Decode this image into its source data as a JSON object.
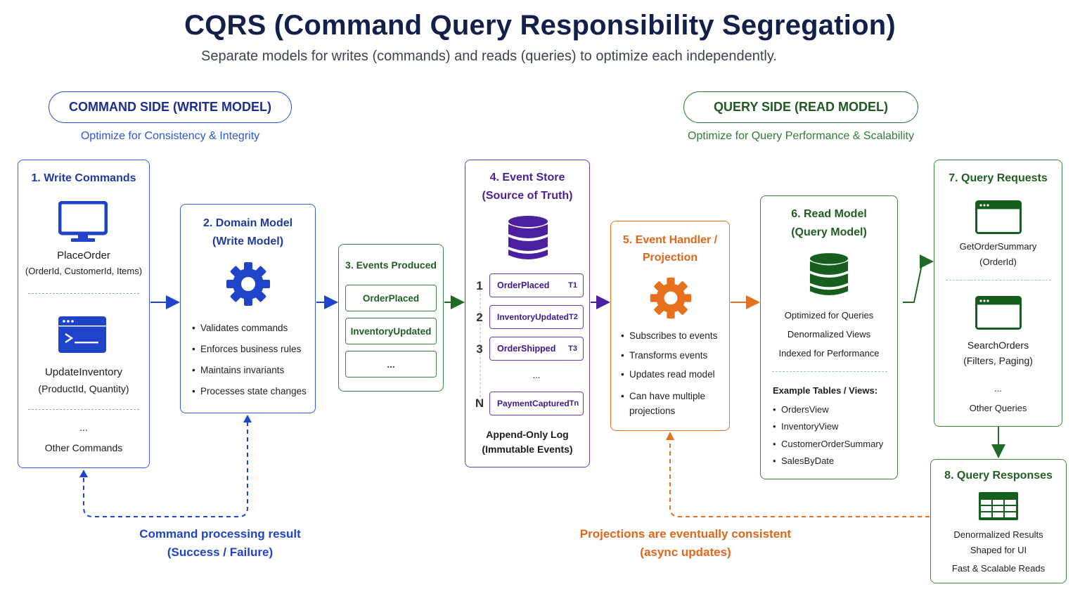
{
  "title": "CQRS (Command Query Responsibility Segregation)",
  "subtitle": "Separate models for writes (commands) and reads (queries) to optimize each independently.",
  "command_side": {
    "label": "COMMAND SIDE (WRITE MODEL)",
    "tagline": "Optimize for Consistency & Integrity",
    "color": "#2d4fd6"
  },
  "query_side": {
    "label": "QUERY SIDE (READ MODEL)",
    "tagline": "Optimize for Query Performance & Scalability",
    "color": "#2a7a34"
  },
  "write_commands": {
    "title": "1. Write Commands",
    "cmd1_name": "PlaceOrder",
    "cmd1_args": "(OrderId, CustomerId, Items)",
    "cmd2_name": "UpdateInventory",
    "cmd2_args": "(ProductId, Quantity)",
    "more": "...",
    "other": "Other Commands",
    "icons": [
      "monitor-icon",
      "terminal-window-icon"
    ]
  },
  "domain_model": {
    "title_line1": "2. Domain Model",
    "title_line2": "(Write Model)",
    "icon": "gear-icon",
    "bullets": [
      "Validates commands",
      "Enforces business rules",
      "Maintains invariants",
      "Processes state changes"
    ]
  },
  "events_produced": {
    "title": "3. Events Produced",
    "items": [
      "OrderPlaced",
      "InventoryUpdated",
      "..."
    ]
  },
  "event_store": {
    "title_line1": "4. Event Store",
    "title_line2": "(Source of Truth)",
    "icon": "database-icon",
    "entries": [
      {
        "num": "1",
        "name": "OrderPlaced",
        "t": "T1"
      },
      {
        "num": "2",
        "name": "InventoryUpdated",
        "t": "T2"
      },
      {
        "num": "3",
        "name": "OrderShipped",
        "t": "T3"
      },
      {
        "num": "N",
        "name": "PaymentCaptured",
        "t": "Tn"
      }
    ],
    "ellipsis": "...",
    "footer_line1": "Append-Only Log",
    "footer_line2": "(Immutable Events)"
  },
  "event_handler": {
    "title_line1": "5. Event Handler /",
    "title_line2": "Projection",
    "icon": "gear-icon",
    "bullets": [
      "Subscribes to events",
      "Transforms events",
      "Updates read model",
      "Can have multiple projections"
    ]
  },
  "read_model": {
    "title_line1": "6. Read Model",
    "title_line2": "(Query Model)",
    "icon": "database-icon",
    "features": [
      "Optimized for Queries",
      "Denormalized Views",
      "Indexed for Performance"
    ],
    "examples_title": "Example Tables / Views:",
    "examples": [
      "OrdersView",
      "InventoryView",
      "CustomerOrderSummary",
      "SalesByDate"
    ]
  },
  "query_requests": {
    "title": "7. Query Requests",
    "q1_name": "GetOrderSummary",
    "q1_args": "(OrderId)",
    "q2_name": "SearchOrders",
    "q2_args": "(Filters, Paging)",
    "more": "...",
    "other": "Other Queries",
    "icons": [
      "browser-window-icon",
      "browser-window-icon"
    ]
  },
  "query_responses": {
    "title": "8. Query Responses",
    "icon": "table-icon",
    "line1": "Denormalized Results",
    "line2": "Shaped for UI",
    "line3": "Fast & Scalable Reads"
  },
  "feedback_command": {
    "line1": "Command processing result",
    "line2": "(Success / Failure)"
  },
  "feedback_projection": {
    "line1": "Projections are eventually consistent",
    "line2": "(async updates)"
  }
}
